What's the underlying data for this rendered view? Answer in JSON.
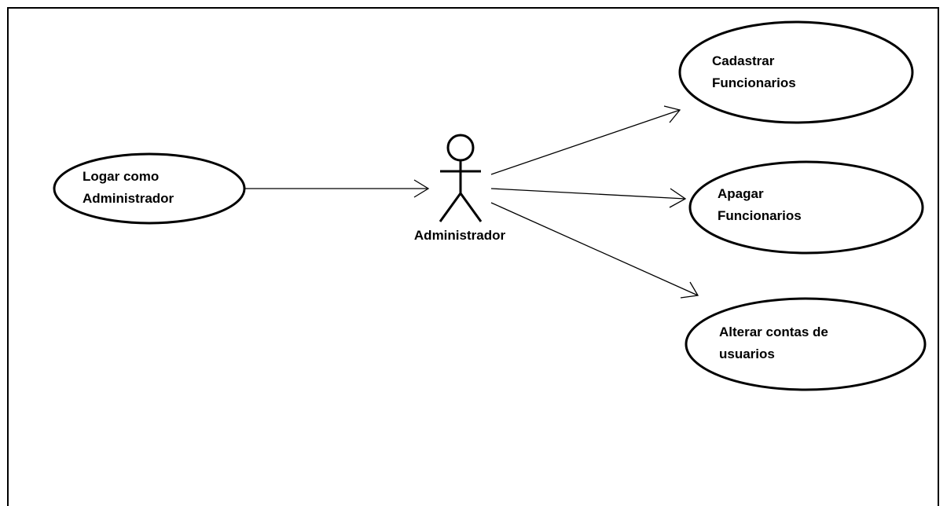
{
  "diagram": {
    "use_cases": [
      {
        "id": "logar",
        "lines": [
          "Logar como",
          "Administrador"
        ]
      },
      {
        "id": "cadastrar",
        "lines": [
          "Cadastrar",
          "Funcionarios"
        ]
      },
      {
        "id": "apagar",
        "lines": [
          "Apagar",
          "Funcionarios"
        ]
      },
      {
        "id": "alterar",
        "lines": [
          "Alterar contas de",
          "usuarios"
        ]
      }
    ],
    "actor": {
      "name": "Administrador"
    },
    "colors": {
      "stroke": "#000000",
      "background": "#ffffff"
    }
  }
}
